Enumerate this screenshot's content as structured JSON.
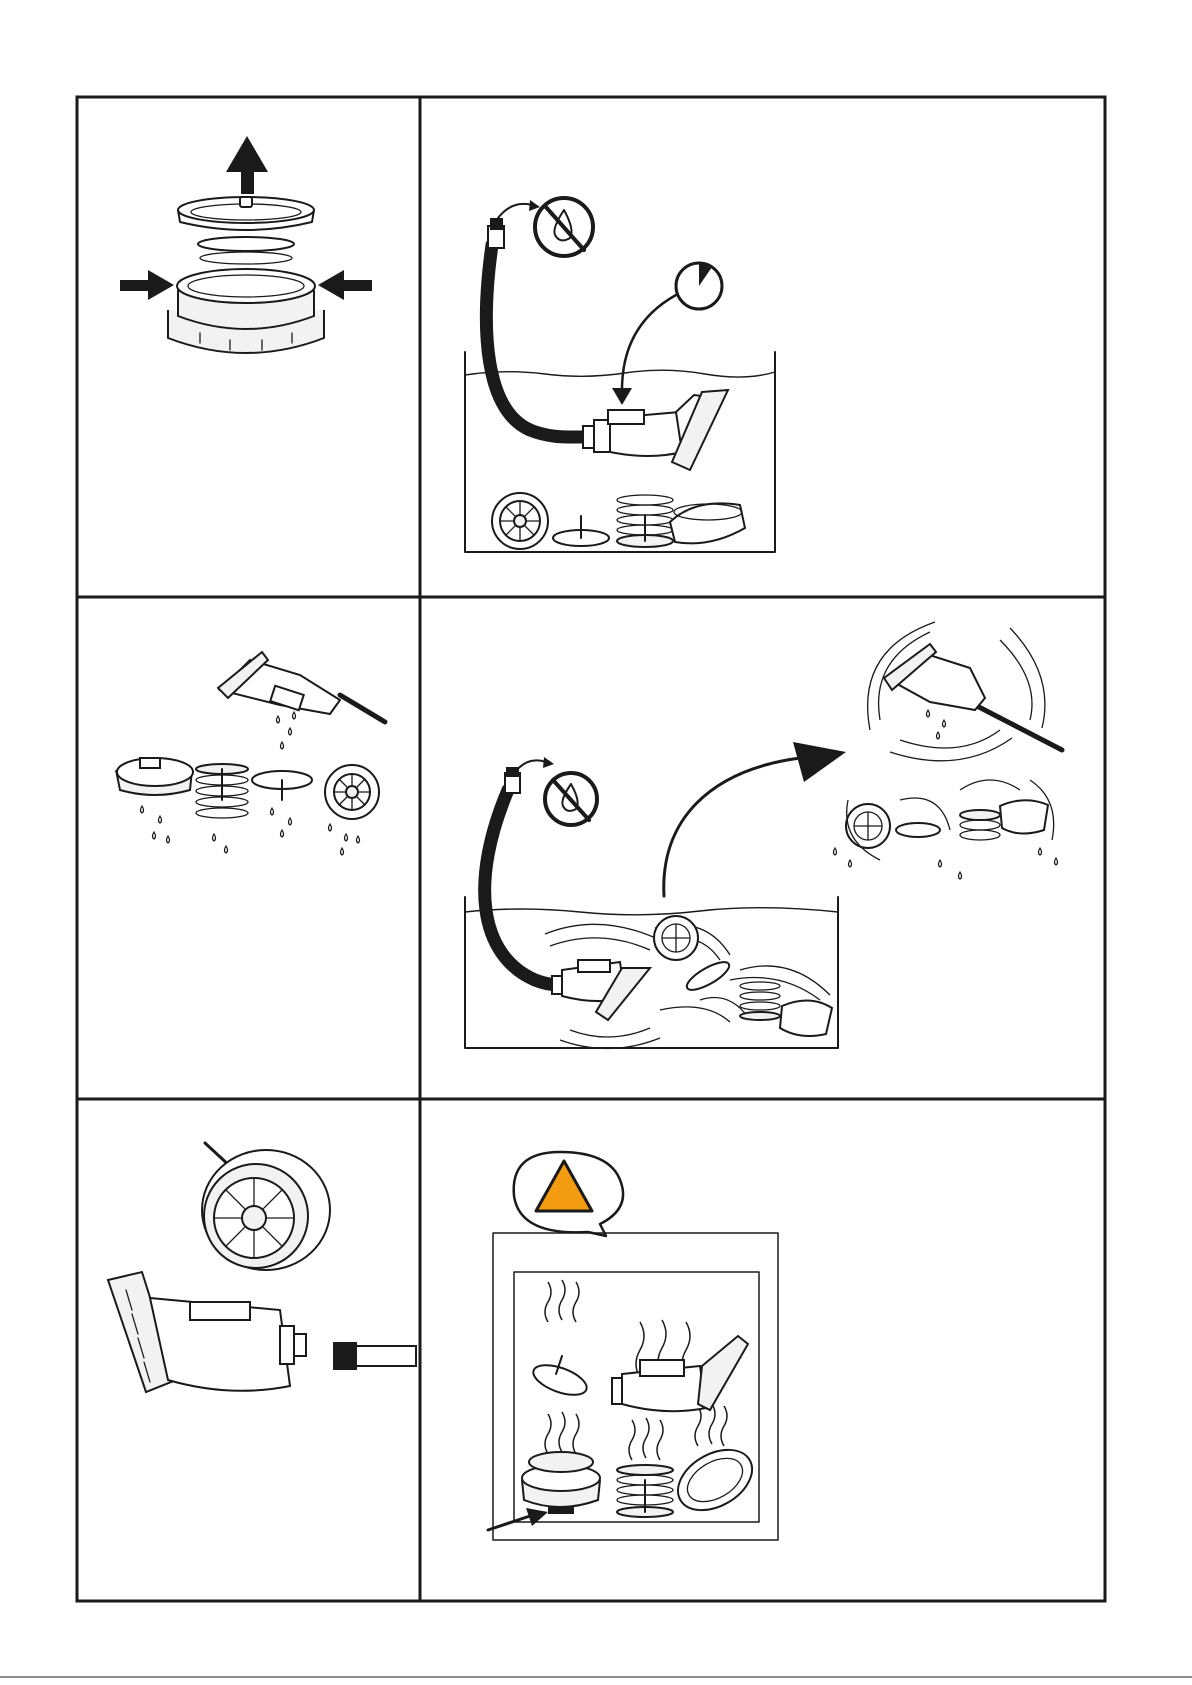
{
  "page": {
    "layout": "instruction-grid",
    "rows": 3,
    "columns": 2
  },
  "panels": [
    {
      "id": "row1-left",
      "scene": "strainer-disassembly",
      "icons": [
        "arrow-up-icon",
        "arrow-right-icon",
        "arrow-left-icon"
      ]
    },
    {
      "id": "row1-right",
      "scene": "soak-parts-in-water",
      "icons": [
        "no-water-icon",
        "timer-icon",
        "arrow-curved-icon"
      ]
    },
    {
      "id": "row2-left",
      "scene": "parts-dripping-dry",
      "icons": [
        "water-drop-icon"
      ]
    },
    {
      "id": "row2-right",
      "scene": "shake-parts-dry",
      "icons": [
        "no-water-icon",
        "big-curved-arrow-icon"
      ]
    },
    {
      "id": "row3-left",
      "scene": "reassemble-seal-check",
      "icons": [
        "pointer-arrow-icon"
      ]
    },
    {
      "id": "row3-right",
      "scene": "do-not-dry-with-heat",
      "icons": [
        "warning-triangle-icon",
        "steam-icon",
        "pointer-arrow-icon"
      ]
    }
  ],
  "colors": {
    "ink": "#1a1a1a",
    "background": "#ffffff",
    "warning": "#f39c12"
  }
}
